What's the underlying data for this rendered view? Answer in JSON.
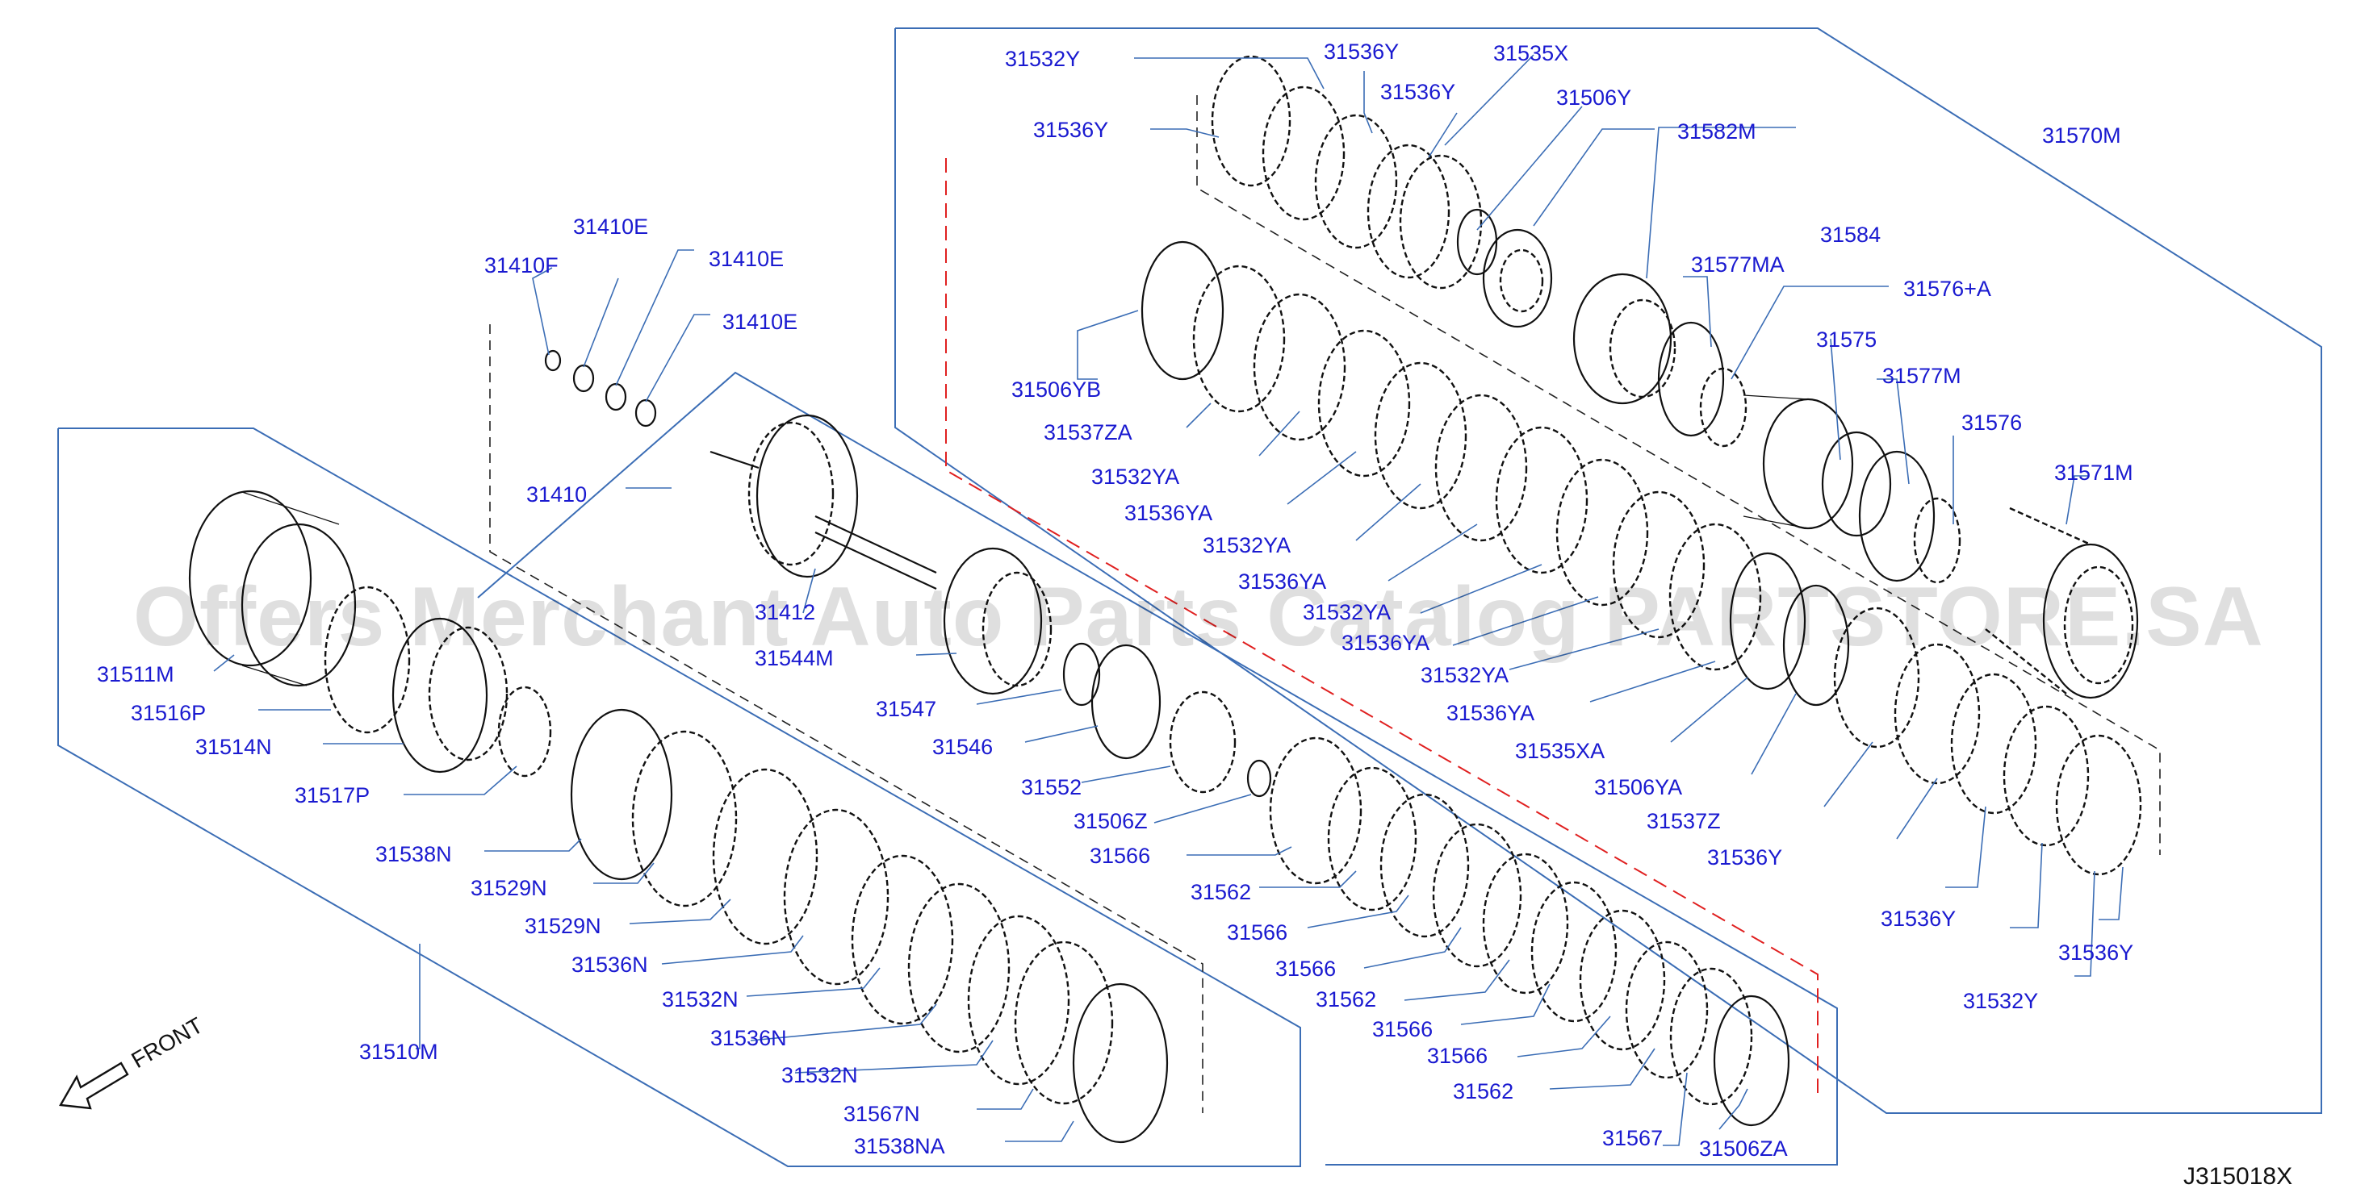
{
  "diagram": {
    "drawing_code": "J315018X",
    "front_label": "FRONT",
    "watermark": "Offers Merchant Auto Parts Catalog PARTSTORE.SA"
  },
  "groups": {
    "g31510M": "31510M",
    "g31570M": "31570M"
  },
  "labels": {
    "l31532Y_a": "31532Y",
    "l31536Y_a": "31536Y",
    "l31535X": "31535X",
    "l31536Y_b": "31536Y",
    "l31506Y": "31506Y",
    "l31536Y_c": "31536Y",
    "l31582M": "31582M",
    "l31584": "31584",
    "l31577MA": "31577MA",
    "l31576A": "31576+A",
    "l31575": "31575",
    "l31577M": "31577M",
    "l31576": "31576",
    "l31571M": "31571M",
    "l31506YB": "31506YB",
    "l31537ZA": "31537ZA",
    "l31532YA_a": "31532YA",
    "l31536YA_a": "31536YA",
    "l31532YA_b": "31532YA",
    "l31536YA_b": "31536YA",
    "l31532YA_c": "31532YA",
    "l31536YA_c": "31536YA",
    "l31532YA_d": "31532YA",
    "l31536YA_d": "31536YA",
    "l31535XA": "31535XA",
    "l31506YA": "31506YA",
    "l31537Z": "31537Z",
    "l31536Y_d": "31536Y",
    "l31536Y_e": "31536Y",
    "l31532Y_b": "31532Y",
    "l31536Y_f": "31536Y",
    "l31410F": "31410F",
    "l31410E_a": "31410E",
    "l31410E_b": "31410E",
    "l31410E_c": "31410E",
    "l31410": "31410",
    "l31412": "31412",
    "l31544M": "31544M",
    "l31547": "31547",
    "l31546": "31546",
    "l31552": "31552",
    "l31506Z": "31506Z",
    "l31566_a": "31566",
    "l31562_a": "31562",
    "l31566_b": "31566",
    "l31566_c": "31566",
    "l31562_b": "31562",
    "l31566_d": "31566",
    "l31566_e": "31566",
    "l31562_c": "31562",
    "l31567": "31567",
    "l31506ZA": "31506ZA",
    "l31511M": "31511M",
    "l31516P": "31516P",
    "l31514N": "31514N",
    "l31517P": "31517P",
    "l31538N": "31538N",
    "l31529N_a": "31529N",
    "l31529N_b": "31529N",
    "l31536N_a": "31536N",
    "l31532N_a": "31532N",
    "l31536N_b": "31536N",
    "l31532N_b": "31532N",
    "l31567N": "31567N",
    "l31538NA": "31538NA"
  }
}
